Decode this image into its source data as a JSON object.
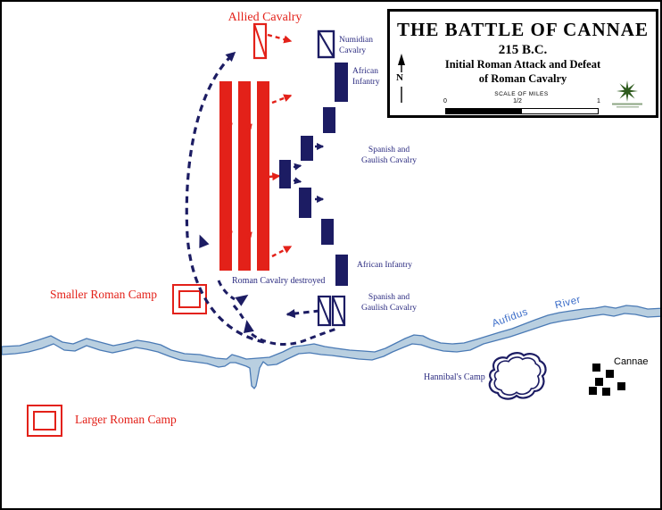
{
  "map_title_box": {
    "title": "THE BATTLE OF CANNAE",
    "date": "215 B.C.",
    "subtitle_line1": "Initial Roman Attack and Defeat",
    "subtitle_line2": "of Roman Cavalry",
    "north_label": "N",
    "scale_label": "SCALE OF MILES",
    "scale_ticks": [
      "0",
      "1/2",
      "1"
    ]
  },
  "labels": {
    "allied_cavalry": "Allied Cavalry",
    "numidian_cavalry": "Numidian Cavalry",
    "african_infantry_north": "African Infantry",
    "spanish_gaulish_center": "Spanish and Gaulish Cavalry",
    "african_infantry_south": "African Infantry",
    "spanish_gaulish_south": "Spanish and Gaulish Cavalry",
    "roman_cavalry_destroyed": "Roman Cavalry destroyed",
    "smaller_roman_camp": "Smaller Roman Camp",
    "larger_roman_camp": "Larger Roman Camp",
    "hannibals_camp": "Hannibal's Camp",
    "cannae_town": "Cannae",
    "river_word_1": "Aufidus",
    "river_word_2": "River"
  },
  "colors": {
    "roman_red": "#e32119",
    "carthage_navy": "#1c1c63",
    "navy_label": "#2b2b80",
    "river_fill": "#b9cfe0",
    "river_stroke": "#4a7ab5",
    "river_label": "#3a6cc8",
    "compass_green": "#2e5b1e",
    "ink_black": "#000000"
  }
}
